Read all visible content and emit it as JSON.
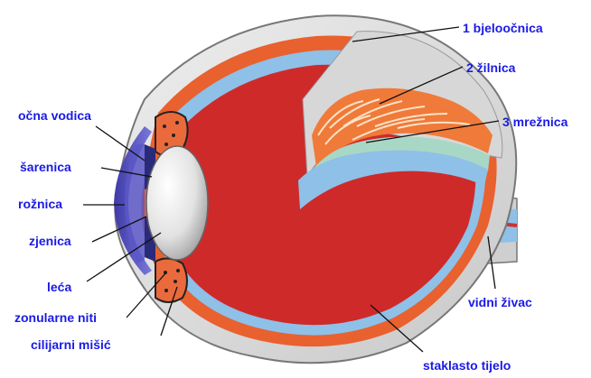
{
  "colors": {
    "label": "#1a1ae6",
    "sclera": "#d9d9d9",
    "choroid": "#e23a2a",
    "retina": "#8ec0e8",
    "vitreous": "#cf2a2a",
    "cornea": "#5a57c8",
    "lens": "#e6e6e6",
    "ciliary": "#ea6a3c"
  },
  "labels": {
    "sclera": "1 bjeloočnica",
    "choroid": "2 žilnica",
    "retina": "3 mrežnica",
    "aqueous": "očna vodica",
    "iris": "šarenica",
    "cornea": "rožnica",
    "pupil": "zjenica",
    "lens": "leća",
    "zonular": "zonularne niti",
    "ciliary": "cilijarni mišić",
    "optic_nerve": "vidni živac",
    "vitreous": "staklasto tijelo"
  }
}
